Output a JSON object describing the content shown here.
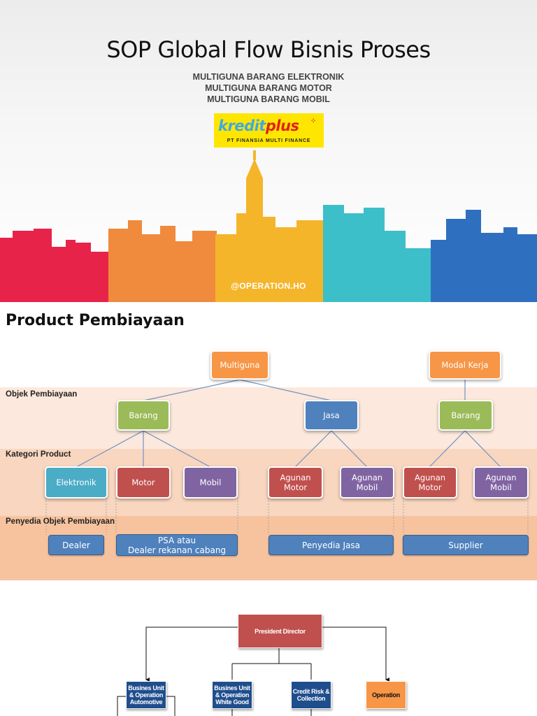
{
  "slide1": {
    "title": "SOP Global Flow Bisnis Proses",
    "subtitles": [
      "MULTIGUNA BARANG ELEKTRONIK",
      "MULTIGUNA BARANG MOTOR",
      "MULTIGUNA BARANG MOBIL"
    ],
    "logo": {
      "brand_part1": "kredit",
      "brand_part2": "plus",
      "tagline": "PT FINANSIA MULTI FINANCE",
      "colors": {
        "background": "#ffe600",
        "kredit": "#3fa9e0",
        "plus": "#e2231a"
      }
    },
    "handle": "@OPERATION.HO",
    "skyline_colors": [
      "#e8234a",
      "#f08a3c",
      "#f5b52a",
      "#3dbfc9",
      "#2f6fc0"
    ]
  },
  "slide2": {
    "title": "Product Pembiayaan",
    "band_labels": {
      "objek": "Objek Pembiayaan",
      "kategori": "Kategori Product",
      "penyedia": "Penyedia Objek Pembiayaan"
    },
    "nodes": {
      "multiguna": "Multiguna",
      "modal_kerja": "Modal Kerja",
      "barang_1": "Barang",
      "jasa": "Jasa",
      "barang_2": "Barang",
      "elektronik": "Elektronik",
      "motor": "Motor",
      "mobil": "Mobil",
      "agunan_motor_1": "Agunan Motor",
      "agunan_mobil_1": "Agunan Mobil",
      "agunan_motor_2": "Agunan Motor",
      "agunan_mobil_2": "Agunan Mobil"
    },
    "providers": {
      "dealer": "Dealer",
      "psa_line1": "PSA atau",
      "psa_line2": "Dealer rekanan cabang",
      "penyedia_jasa": "Penyedia Jasa",
      "supplier": "Supplier"
    },
    "colors": {
      "band1": "#fce8dc",
      "band2": "#f9d6bf",
      "band3": "#f7c39f",
      "orange": "#f79646",
      "green": "#9bbb59",
      "blue": "#4f81bd",
      "teal": "#4bacc6",
      "red": "#c0504d",
      "purple": "#8064a2"
    }
  },
  "slide3": {
    "president": "President Director",
    "bu_automotive": "Busines Unit & Operation Automotive",
    "bu_white_good": "Busines Unit & Operation White Good",
    "credit_risk": "Credit Risk & Collection",
    "operation": "Operation",
    "colors": {
      "president": "#c0504d",
      "navy": "#1f4e8c",
      "operation": "#f79646"
    }
  }
}
